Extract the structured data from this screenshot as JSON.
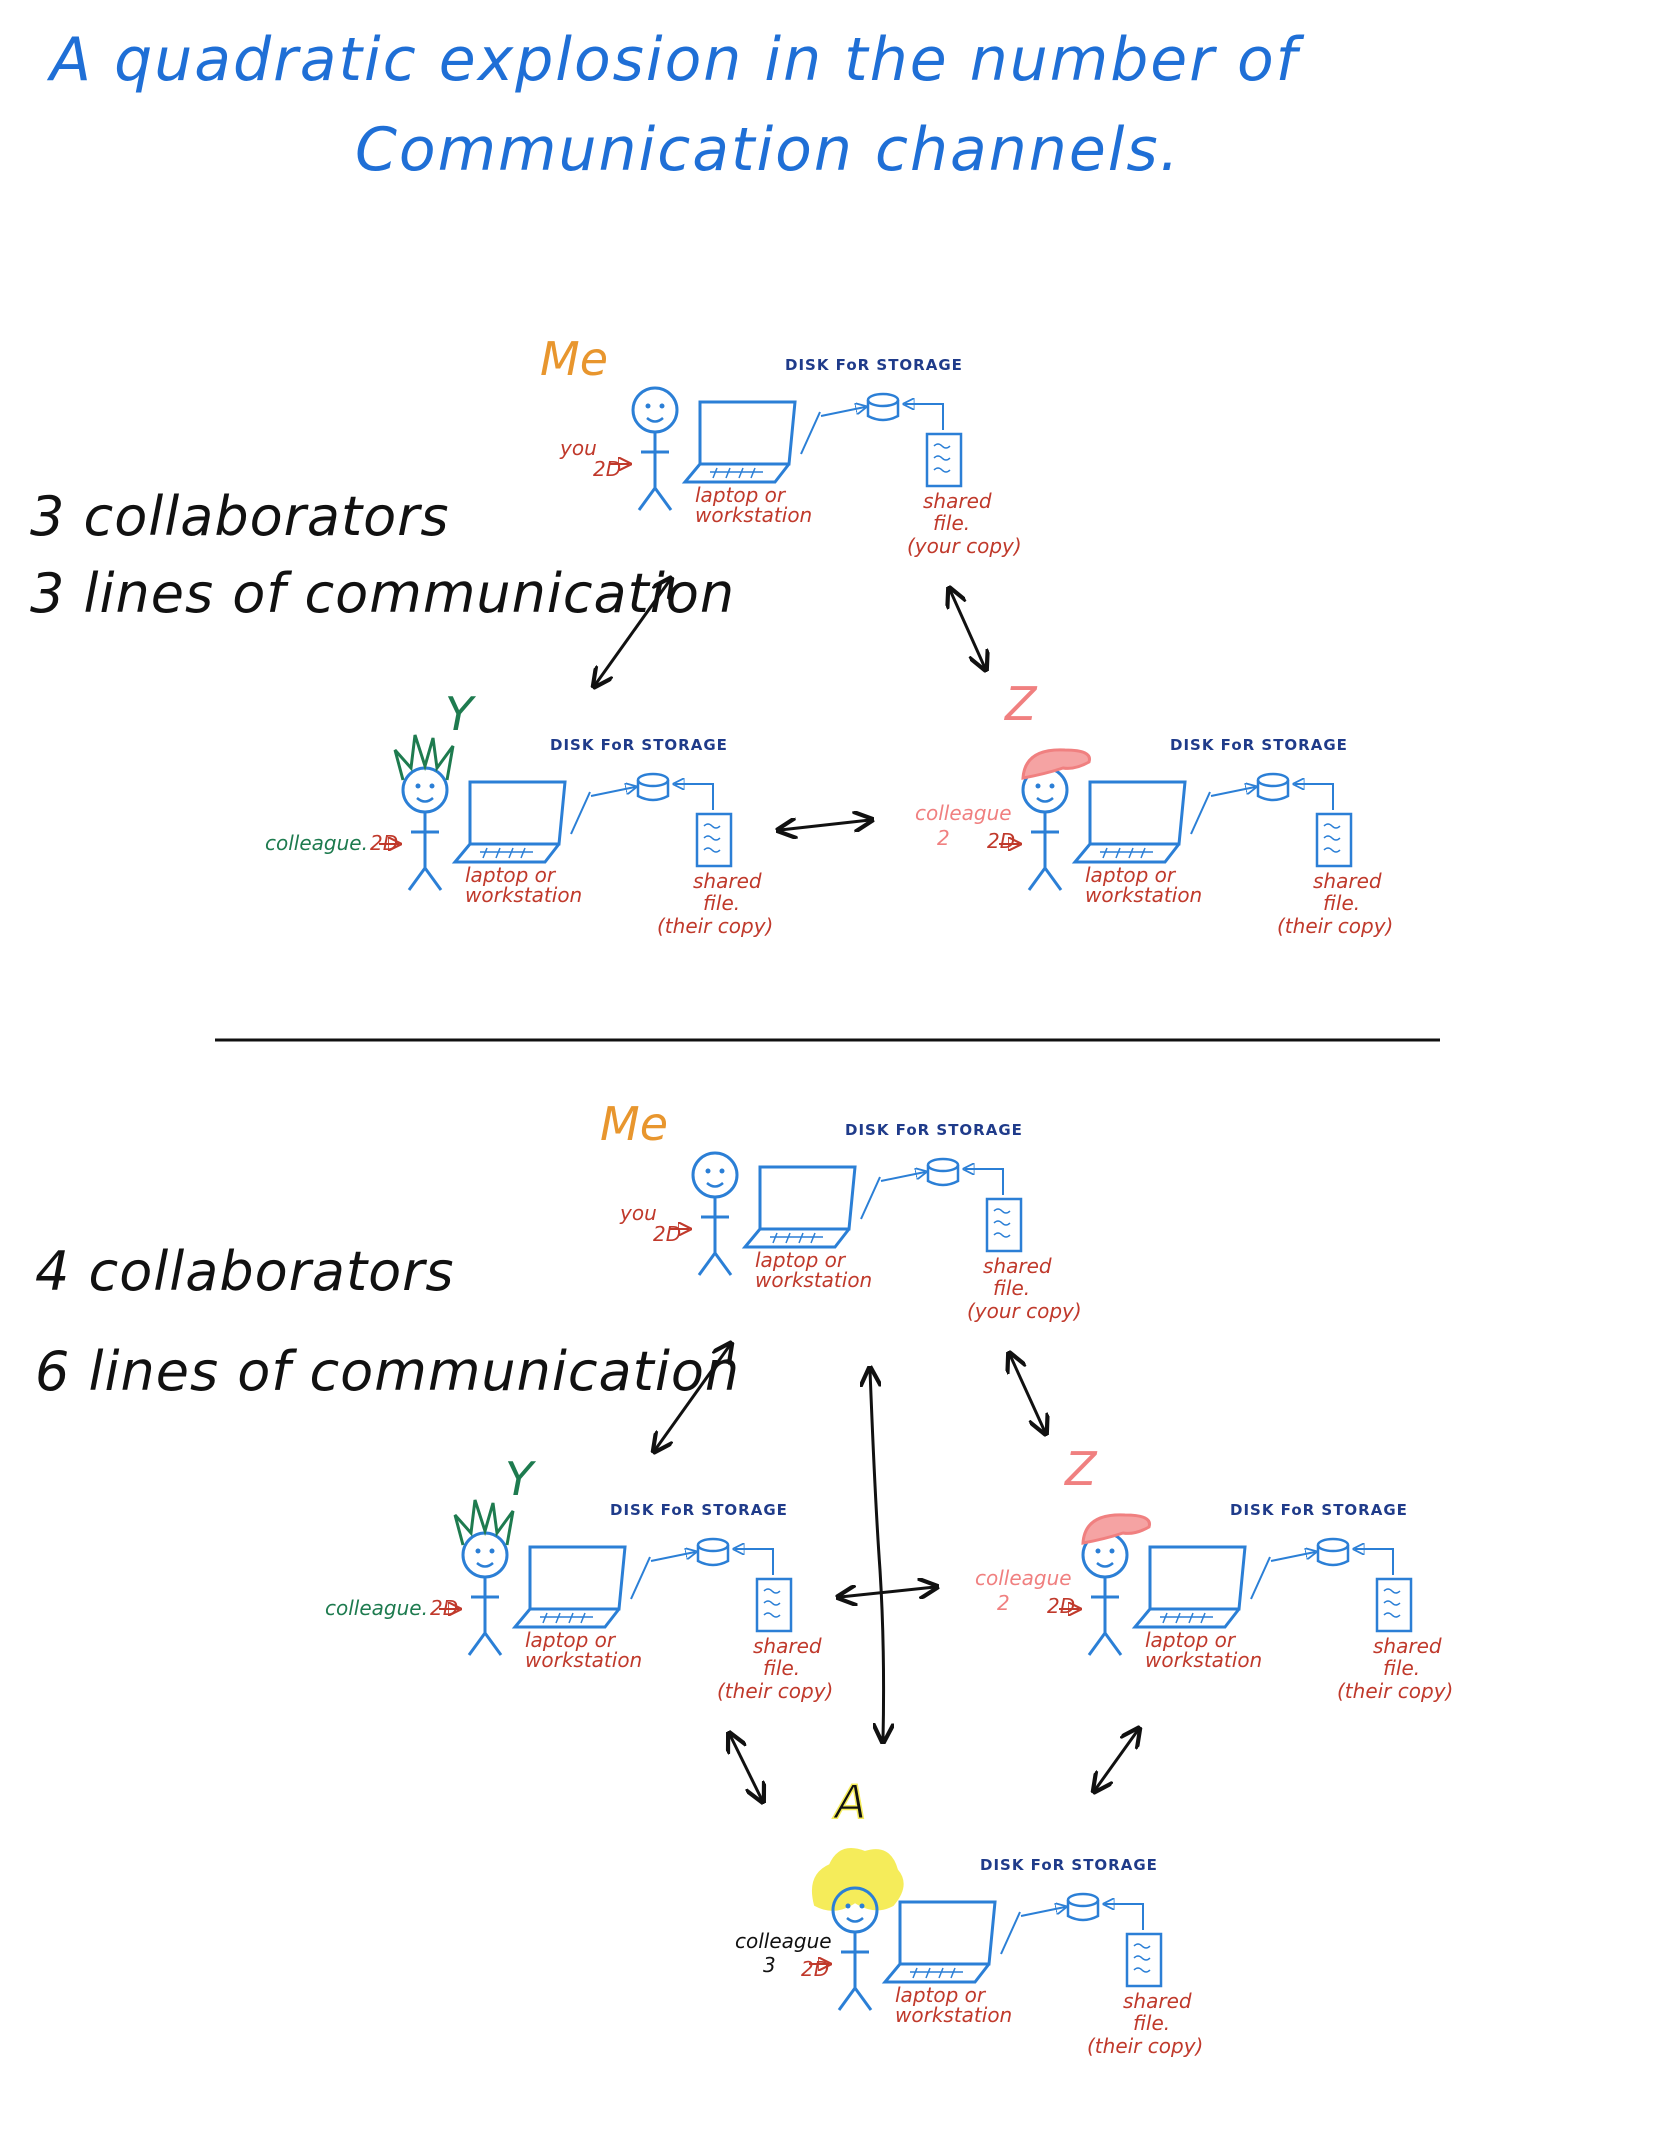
{
  "title": {
    "line1": "A quadratic explosion in the number of",
    "line2": "Communication channels."
  },
  "colors": {
    "title": "#1f6fd6",
    "figure": "#2b7fd6",
    "label_red": "#c0392b",
    "me": "#e8962e",
    "y": "#1e7b4f",
    "z": "#f08080",
    "a_hair": "#f5ec5a",
    "ink": "#111111"
  },
  "panel_top": {
    "collaborators": "3 collaborators",
    "lines": "3 lines of communication"
  },
  "panel_bottom": {
    "collaborators": "4 collaborators",
    "lines": "6 lines of communication"
  },
  "common": {
    "disk": "DISK FoR STORAGE",
    "laptop1": "laptop or",
    "laptop2": "workstation",
    "shared1": "shared",
    "shared2": "file.",
    "arrow": "2D"
  },
  "people": {
    "me": {
      "name": "Me",
      "role": "you",
      "copy": "(your copy)"
    },
    "y": {
      "name": "Y",
      "role": "colleague.",
      "copy": "(their copy)"
    },
    "z": {
      "name": "Z",
      "role1": "colleague",
      "role2": "2",
      "copy": "(their copy)"
    },
    "a": {
      "name": "A",
      "role1": "colleague",
      "role2": "3",
      "copy": "(their copy)"
    }
  }
}
